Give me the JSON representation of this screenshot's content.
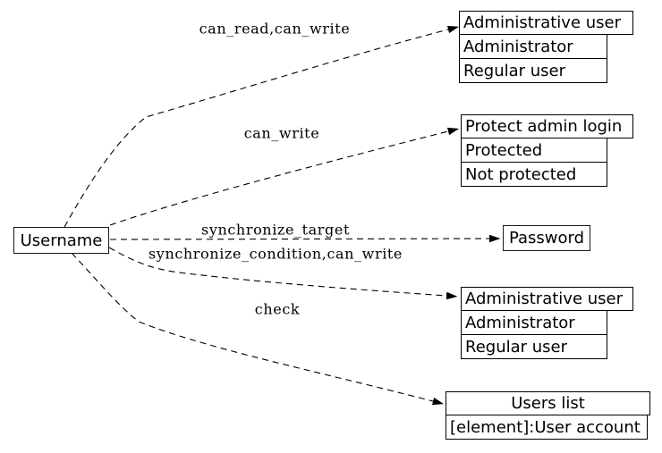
{
  "diagram": {
    "background": "#ffffff",
    "line_color": "#000000",
    "source_node": {
      "label": "Username"
    },
    "edges": [
      {
        "label": "can_read,can_write",
        "from": "Username",
        "to": "Administrative user"
      },
      {
        "label": "can_write",
        "from": "Username",
        "to": "Protect admin login"
      },
      {
        "label": "synchronize_target",
        "from": "Username",
        "to": "Password"
      },
      {
        "label": "synchronize_condition,can_write",
        "from": "Username",
        "to": "Administrative user"
      },
      {
        "label": "check",
        "from": "Username",
        "to": "Users list"
      }
    ],
    "nodes": [
      {
        "header": "Administrative user",
        "rows": [
          "Administrator",
          "Regular user"
        ]
      },
      {
        "header": "Protect admin login",
        "rows": [
          "Protected",
          "Not protected"
        ]
      },
      {
        "header": "Password",
        "rows": []
      },
      {
        "header": "Administrative user",
        "rows": [
          "Administrator",
          "Regular user"
        ]
      },
      {
        "header": "Users list",
        "rows": [
          "[element]:User account"
        ]
      }
    ]
  }
}
